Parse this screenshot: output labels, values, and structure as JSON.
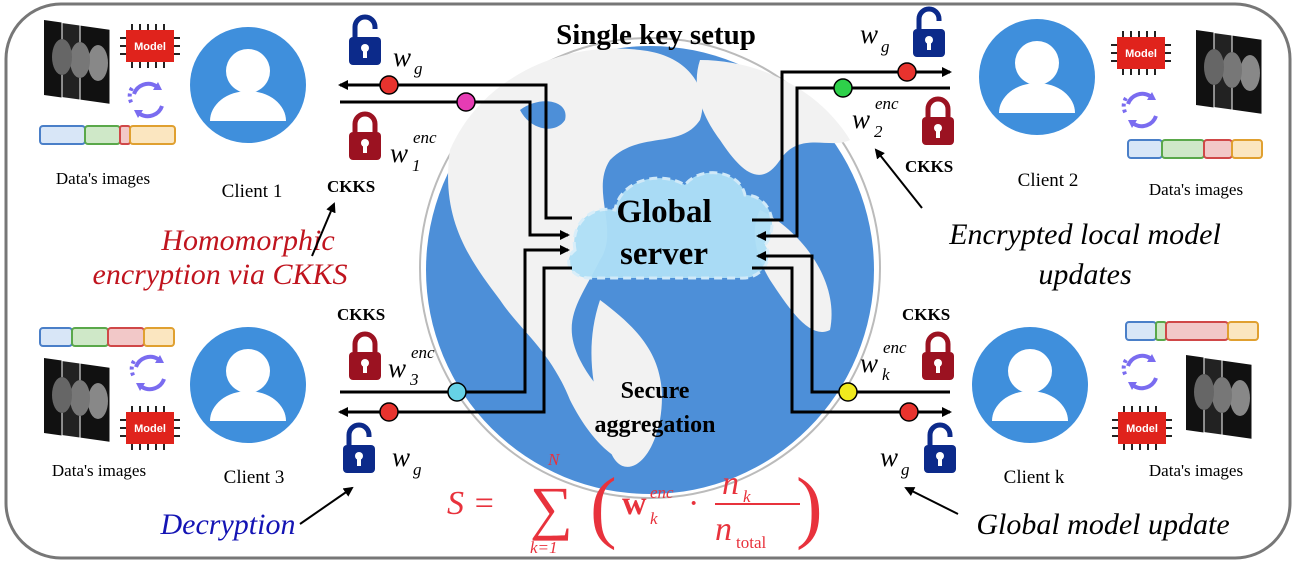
{
  "title": "Single key setup",
  "server_label_line1": "Global",
  "server_label_line2": "server",
  "secure_line1": "Secure",
  "secure_line2": "aggregation",
  "clients": {
    "c1": {
      "name": "Client 1",
      "data_label": "Data's images"
    },
    "c2": {
      "name": "Client 2",
      "data_label": "Data's images"
    },
    "c3": {
      "name": "Client 3",
      "data_label": "Data's images"
    },
    "ck": {
      "name": "Client k",
      "data_label": "Data's images"
    }
  },
  "chip_label": "Model",
  "ckks": "CKKS",
  "weights": {
    "wg": {
      "base": "w",
      "sub": "g"
    },
    "w1": {
      "base": "w",
      "sup": "enc",
      "sub": "1"
    },
    "w2": {
      "base": "w",
      "sup": "enc",
      "sub": "2"
    },
    "w3": {
      "base": "w",
      "sup": "enc",
      "sub": "3"
    },
    "wk": {
      "base": "w",
      "sup": "enc",
      "sub": "k"
    }
  },
  "annotations": {
    "he_line1": "Homomorphic",
    "he_line2": "encryption via CKKS",
    "enc_line1": "Encrypted local model",
    "enc_line2": "updates",
    "decryption": "Decryption",
    "global_update": "Global model update"
  },
  "formula": {
    "lhs": "S =",
    "sum_top": "N",
    "sum_bottom": "k=1",
    "bold_w": "w",
    "sub": "k",
    "sup": "enc",
    "dot": "·",
    "num": "n",
    "num_sub": "k",
    "den": "n",
    "den_sub": "total"
  },
  "colors": {
    "lock_blue": "#0c2a8a",
    "lock_red": "#9b1221",
    "globe_ocean": "#4d8fd8",
    "globe_land": "#f2f2f2",
    "avatar": "#3f8fdc",
    "dot_red": "#e8332e",
    "dot_magenta": "#e63cb4",
    "dot_green": "#2ed14a",
    "dot_cyan": "#66d2e6",
    "dot_yellow": "#f0ea1e",
    "formula_red": "#e8323c"
  }
}
